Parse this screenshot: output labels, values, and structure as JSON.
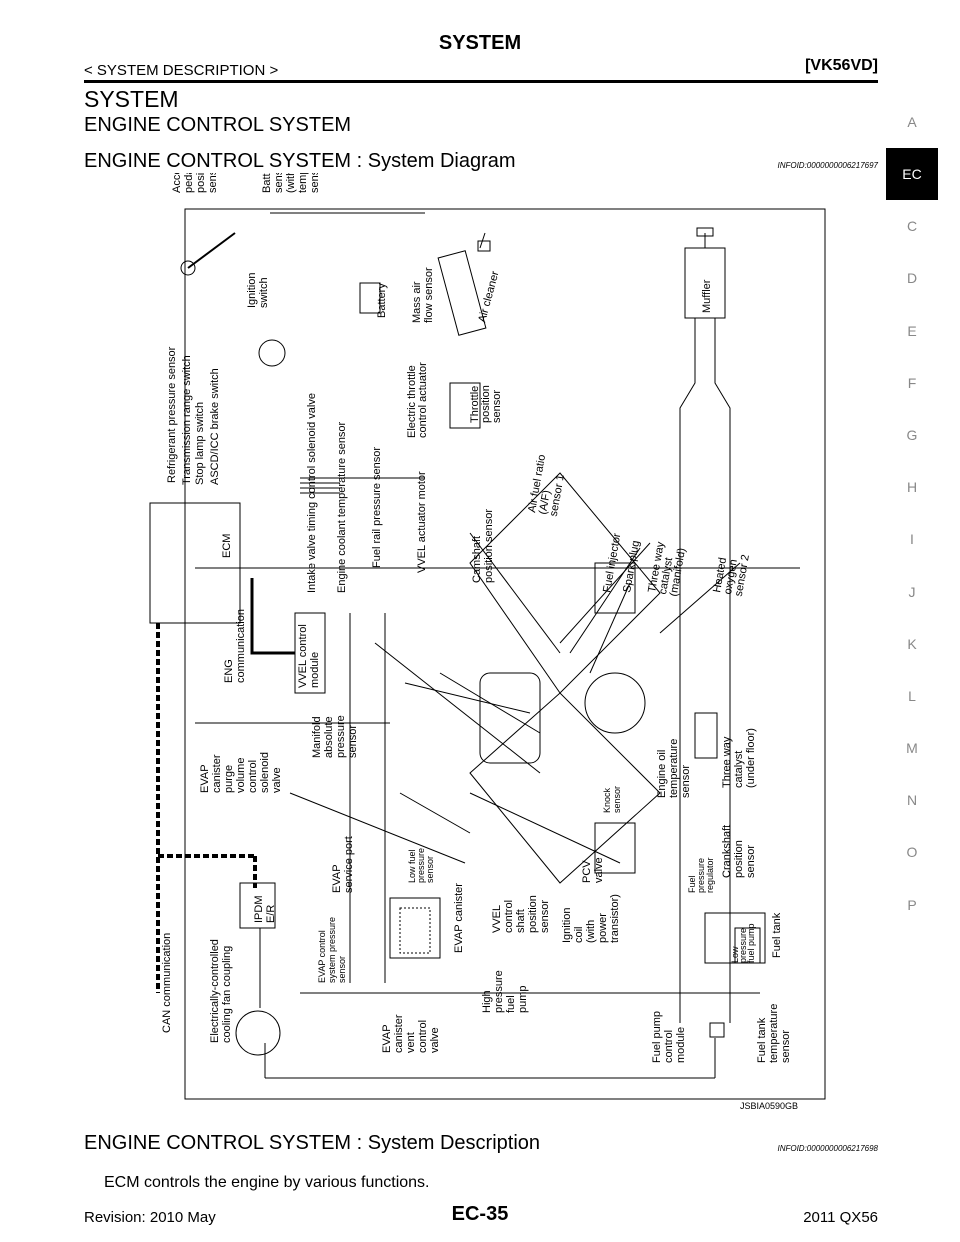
{
  "header": {
    "title": "SYSTEM",
    "breadcrumb": "< SYSTEM DESCRIPTION >",
    "model": "[VK56VD]"
  },
  "headings": {
    "system": "SYSTEM",
    "engine_control_system": "ENGINE CONTROL SYSTEM"
  },
  "section_diagram": {
    "title": "ENGINE CONTROL SYSTEM : System  Diagram",
    "infoid": "INFOID:0000000006217697"
  },
  "section_description": {
    "title": "ENGINE CONTROL SYSTEM : System Description",
    "infoid": "INFOID:0000000006217698",
    "text": "ECM controls the engine by various functions."
  },
  "sidebar": {
    "tabs": [
      "A",
      "EC",
      "C",
      "D",
      "E",
      "F",
      "G",
      "H",
      "I",
      "J",
      "K",
      "L",
      "M",
      "N",
      "O",
      "P"
    ],
    "active": "EC"
  },
  "footer": {
    "revision": "Revision: 2010 May",
    "page": "EC-35",
    "model": "2011 QX56"
  },
  "diagram": {
    "figure_id": "JSBIA0590GB",
    "labels": {
      "accel": [
        "Accelerator",
        "pedal",
        "position",
        "sensor"
      ],
      "battery_current": [
        "Battery current",
        "sensor",
        "(with battery",
        "temperature",
        "sensor)"
      ],
      "battery": "Battery",
      "ignition_switch": [
        "Ignition",
        "switch"
      ],
      "maf": [
        "Mass air",
        "flow sensor"
      ],
      "air_cleaner": "Air cleaner",
      "muffler": "Muffler",
      "refrigerant": "Refrigerant pressure sensor",
      "transmission": "Transmission range switch",
      "stop_lamp": "Stop lamp switch",
      "ascd": "ASCD/ICC brake switch",
      "intake_valve": "Intake valve timing control solenoid valve",
      "coolant_temp": "Engine coolant temperature sensor",
      "fuel_rail": "Fuel rail pressure sensor",
      "vvel_motor": "VVEL actuator motor",
      "etc_actuator": [
        "Electric throttle",
        "control actuator"
      ],
      "throttle_pos": [
        "Throttle",
        "position",
        "sensor"
      ],
      "af_sensor": [
        "Air fuel ratio",
        "(A/F)",
        "sensor 1"
      ],
      "camshaft": [
        "Camshaft",
        "position sensor"
      ],
      "fuel_injector": "Fuel injector",
      "spark_plug": "Spark plug",
      "three_way_manifold": [
        "Three way",
        "catalyst",
        "(manifold)"
      ],
      "heated_o2": [
        "Heated",
        "oxygen",
        "sensor 2"
      ],
      "ecm": "ECM",
      "eng_comm": [
        "ENG",
        "communication"
      ],
      "vvel_module": [
        "VVEL control",
        "module"
      ],
      "evap_purge": [
        "EVAP",
        "canister",
        "purge",
        "volume",
        "control",
        "solenoid",
        "valve"
      ],
      "map_sensor": [
        "Manifold",
        "absolute",
        "pressure",
        "sensor"
      ],
      "engine_oil_temp": [
        "Engine oil",
        "temperature",
        "sensor"
      ],
      "three_way_floor": [
        "Three way",
        "catalyst",
        "(under floor)"
      ],
      "knock": [
        "Knock",
        "sensor"
      ],
      "crankshaft": [
        "Crankshaft",
        "position",
        "sensor"
      ],
      "evap_service": [
        "EVAP",
        "service port"
      ],
      "low_fuel_pressure": [
        "Low fuel",
        "pressure",
        "sensor"
      ],
      "pcv": [
        "PCV",
        "valve"
      ],
      "ipdm": [
        "IPDM",
        "E/R"
      ],
      "evap_control_pressure": [
        "EVAP control",
        "system pressure",
        "sensor"
      ],
      "evap_canister": "EVAP canister",
      "vvel_shaft": [
        "VVEL",
        "control",
        "shaft",
        "position",
        "sensor"
      ],
      "ignition_coil": [
        "Ignition",
        "coil",
        "(with",
        "power",
        "transistor)"
      ],
      "fuel_pressure_reg": [
        "Fuel",
        "pressure",
        "regulator"
      ],
      "fuel_tank": "Fuel tank",
      "low_pressure_pump": [
        "Low",
        "pressure",
        "fuel pump"
      ],
      "can": "CAN communication",
      "cooling_fan": [
        "Electrically-controlled",
        "cooling fan coupling"
      ],
      "high_pressure_pump": [
        "High",
        "pressure",
        "fuel",
        "pump"
      ],
      "evap_vent": [
        "EVAP",
        "canister",
        "vent",
        "control",
        "valve"
      ],
      "fuel_pump_module": [
        "Fuel pump",
        "control",
        "module"
      ],
      "fuel_tank_temp": [
        "Fuel tank",
        "temperature",
        "sensor"
      ]
    }
  }
}
